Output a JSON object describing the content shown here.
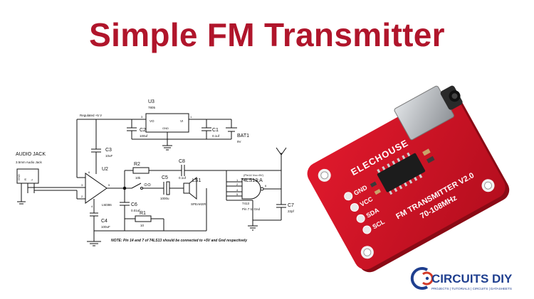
{
  "title": "Simple FM Transmitter",
  "schematic": {
    "audio_jack": {
      "label": "AUDIO JACK",
      "sub": "3.5mm Audio Jack",
      "pins": [
        "GND",
        "R",
        "L"
      ]
    },
    "regulator": {
      "ref": "U3",
      "part": "7805",
      "pin_in": "VI",
      "pin_out": "VO",
      "pin_gnd": "GND",
      "pin1": "1",
      "pin3": "3"
    },
    "rail_label": "Regulated +5 V",
    "c2": {
      "ref": "C2",
      "value": "100uf"
    },
    "c1": {
      "ref": "C1",
      "value": "0.1uf"
    },
    "bat1": {
      "ref": "BAT1",
      "value": "9V"
    },
    "c3": {
      "ref": "C3",
      "value": "10uF"
    },
    "u2": {
      "ref": "U2",
      "part": "LM386",
      "pins": [
        "3",
        "2",
        "5",
        "6",
        "4"
      ]
    },
    "c4": {
      "ref": "C4",
      "value": "100uF"
    },
    "r2": {
      "ref": "R2",
      "value": "10k"
    },
    "c8": {
      "ref": "C8",
      "value": "0.1uf"
    },
    "c5": {
      "ref": "C5",
      "value": "1000u"
    },
    "ls1": {
      "ref": "LS1",
      "value": "SPEAKER"
    },
    "c6": {
      "ref": "C6",
      "value": "0.01uf"
    },
    "r1": {
      "ref": "R1",
      "value": "10"
    },
    "gate": {
      "ref": "74LS13:A",
      "vcc_note": "(Pin14 Vcc=5V)",
      "part": "7413",
      "gnd_note": "Pin 7 to Gnd",
      "pins": [
        "1",
        "2",
        "4",
        "5",
        "6"
      ]
    },
    "c7": {
      "ref": "C7",
      "value": "22pf"
    },
    "node_mark": "⊙⊙",
    "note": "NOTE: Pin 14 and 7 of 74LS13 should be connected to +5V and Gnd respectively"
  },
  "board": {
    "brand": "ELECHOUSE",
    "pins": [
      "GND",
      "VCC",
      "SDA",
      "SCL"
    ],
    "line1": "FM TRANSMITTER V2.0",
    "line2": "70-108MHz",
    "colors": {
      "pcb": "#d41224",
      "pcb_dark": "#9e0b18",
      "silk": "#ffffff",
      "jack": "#b9bcc0"
    }
  },
  "logo": {
    "main": "CIRCUITS DIY",
    "tagline": "PROJECTS | TUTORIALS | CIRCUITS | DATASHEETS",
    "colors": {
      "primary": "#1f3f8f",
      "accent": "#d33a27"
    }
  }
}
